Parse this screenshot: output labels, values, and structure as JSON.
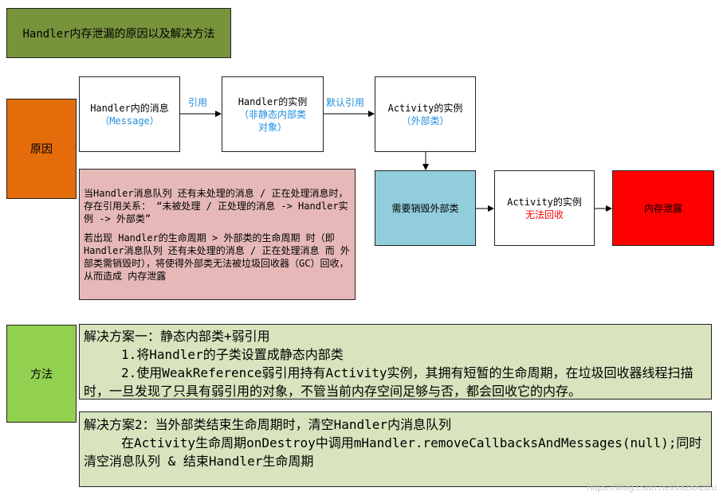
{
  "title": "Handler内存泄漏的原因以及解决方法",
  "colors": {
    "title_bg": "#77933c",
    "reason_bg": "#e46c0a",
    "method_bg": "#92d050",
    "note_bg": "#e6b9b8",
    "destroy_bg": "#92cddc",
    "leak_bg": "#ff0000",
    "solution_bg": "#d7e4bd",
    "label_blue": "#1f8ee0"
  },
  "reason_label": "原因",
  "method_label": "方法",
  "flow": {
    "message": {
      "line1": "Handler内的消息",
      "line2": "（Message）"
    },
    "edge1": "引用",
    "handler": {
      "line1": "Handler的实例",
      "line2": "（非静态内部类对象）"
    },
    "edge2": "默认引用",
    "activity": {
      "line1": "Activity的实例",
      "line2": "（外部类）"
    },
    "destroy": "需要销毁外部类",
    "activity2": {
      "line1": "Activity的实例",
      "line2": "无法回收"
    },
    "leak": "内存泄露"
  },
  "note": {
    "p1": "当Handler消息队列 还有未处理的消息 / 正在处理消息时，存在引用关系： “未被处理 / 正处理的消息 -> Handler实例 -> 外部类”",
    "p2": "若出现 Handler的生命周期 > 外部类的生命周期 时（即 Handler消息队列 还有未处理的消息 / 正在处理消息 而 外部类需销毁时），将使得外部类无法被垃圾回收器（GC）回收，从而造成 内存泄露"
  },
  "solution1": {
    "title": "解决方案一：静态内部类+弱引用",
    "item1": "1.将Handler的子类设置成静态内部类",
    "item2": "2.使用WeakReference弱引用持有Activity实例，其拥有短暂的生命周期，在垃圾回收器线程扫描时，一旦发现了只具有弱引用的对象，不管当前内存空间足够与否，都会回收它的内存。"
  },
  "solution2": {
    "title": "解决方案2：当外部类结束生命周期时，清空Handler内消息队列",
    "body": "在Activity生命周期onDestroy中调用mHandler.removeCallbacksAndMessages(null);同时清空消息队列 & 结束Handler生命周期"
  },
  "watermark": "https://blog.csdn.net/xxzxxzdlu"
}
